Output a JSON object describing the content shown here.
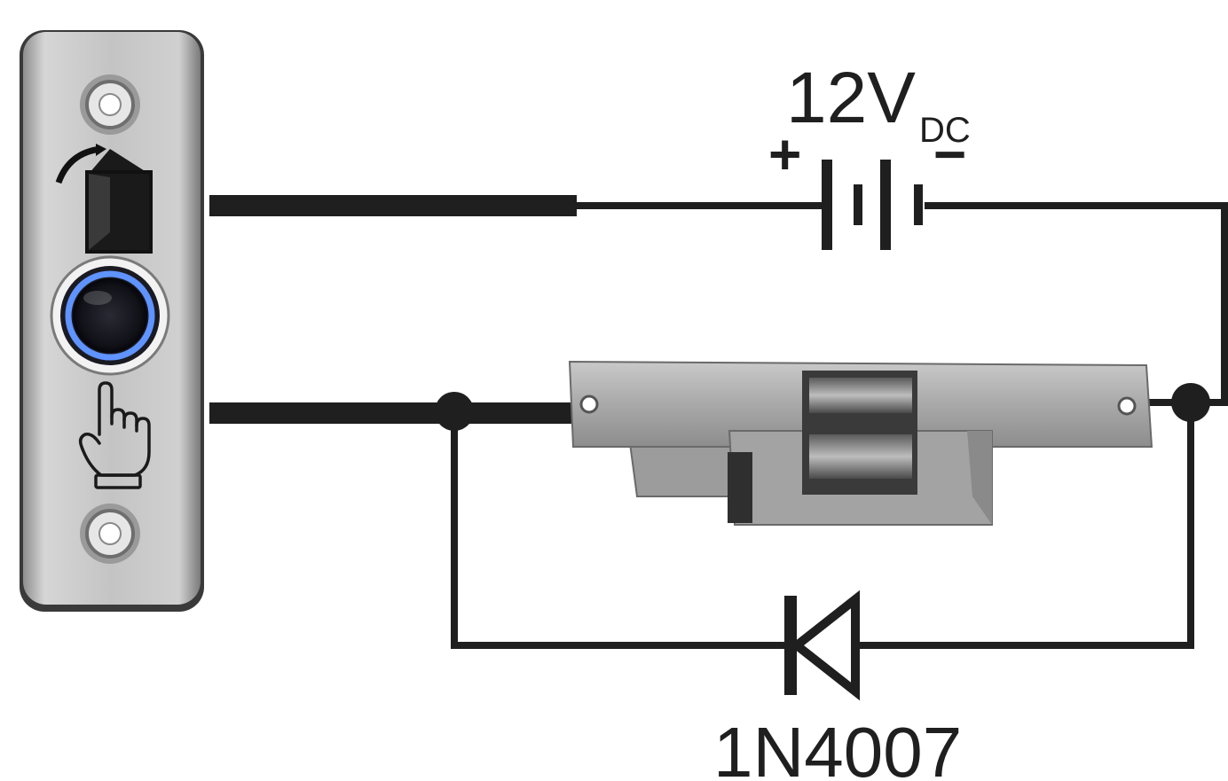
{
  "battery": {
    "voltage_text": "12V",
    "voltage_subscript": "DC",
    "positive_sign": "+",
    "negative_sign": "−"
  },
  "diode": {
    "part_number": "1N4007"
  },
  "colors": {
    "wire": "#1f1f1f",
    "button_plate": "#c9c9c9",
    "button_ring": "#4a7bd8",
    "strike_body": "#a6a6a6",
    "background": "#ffffff"
  },
  "icons": {
    "exit_button": "exit-push-button-icon",
    "door": "door-open-icon",
    "hand": "pointing-hand-icon",
    "strike": "electric-door-strike-icon",
    "diode": "diode-symbol-icon",
    "battery": "battery-symbol-icon"
  }
}
